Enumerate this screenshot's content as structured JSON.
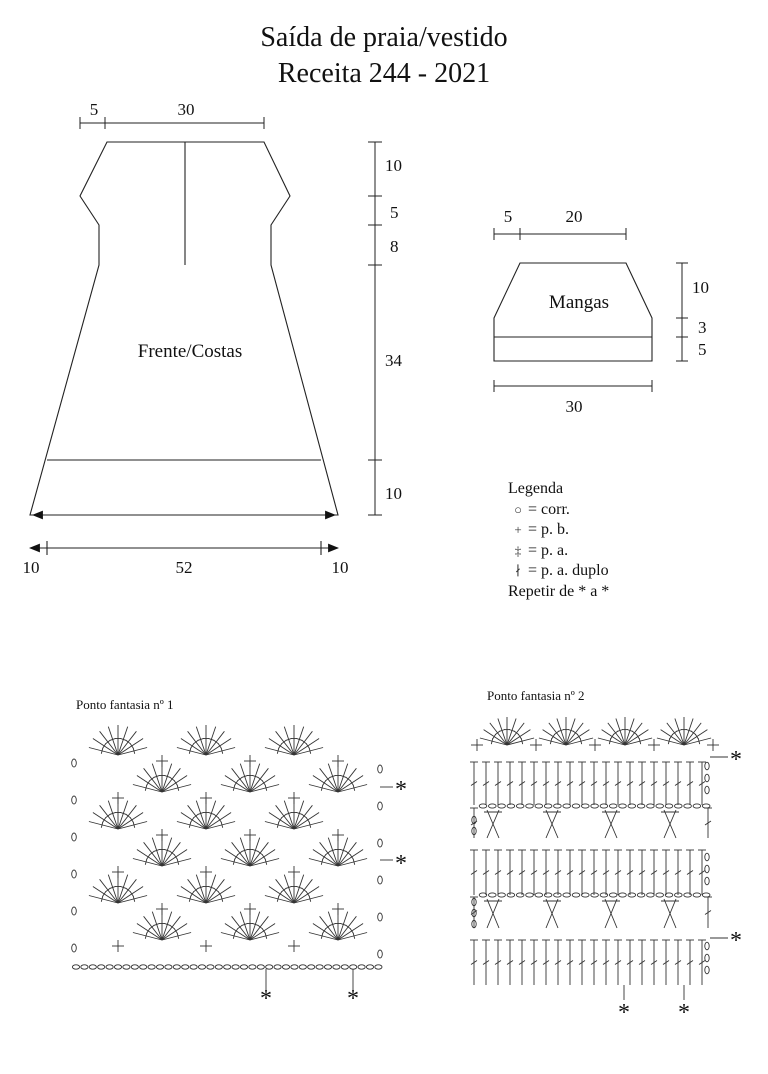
{
  "title": {
    "line1": "Saída de praia/vestido",
    "line2": "Receita  244 - 2021"
  },
  "body_piece": {
    "label": "Frente/Costas",
    "top_dims": [
      "5",
      "30"
    ],
    "side_dims": [
      "10",
      "5",
      "8",
      "34",
      "10"
    ],
    "bottom_dims": [
      "10",
      "52",
      "10"
    ]
  },
  "sleeve_piece": {
    "label": "Mangas",
    "top_dims": [
      "5",
      "20"
    ],
    "side_dims": [
      "10",
      "3",
      "5"
    ],
    "bottom_dim": "30"
  },
  "legend": {
    "title": "Legenda",
    "items": [
      {
        "icon": "chain-stitch-icon",
        "text": "= corr."
      },
      {
        "icon": "single-crochet-icon",
        "text": "= p. b."
      },
      {
        "icon": "double-crochet-icon",
        "text": "= p. a."
      },
      {
        "icon": "treble-crochet-icon",
        "text": "= p. a. duplo"
      }
    ],
    "note": "Repetir de * a *"
  },
  "chart1": {
    "title": "Ponto fantasia nº 1",
    "repeat_mark": "*"
  },
  "chart2": {
    "title": "Ponto fantasia nº 2",
    "repeat_mark": "*"
  }
}
